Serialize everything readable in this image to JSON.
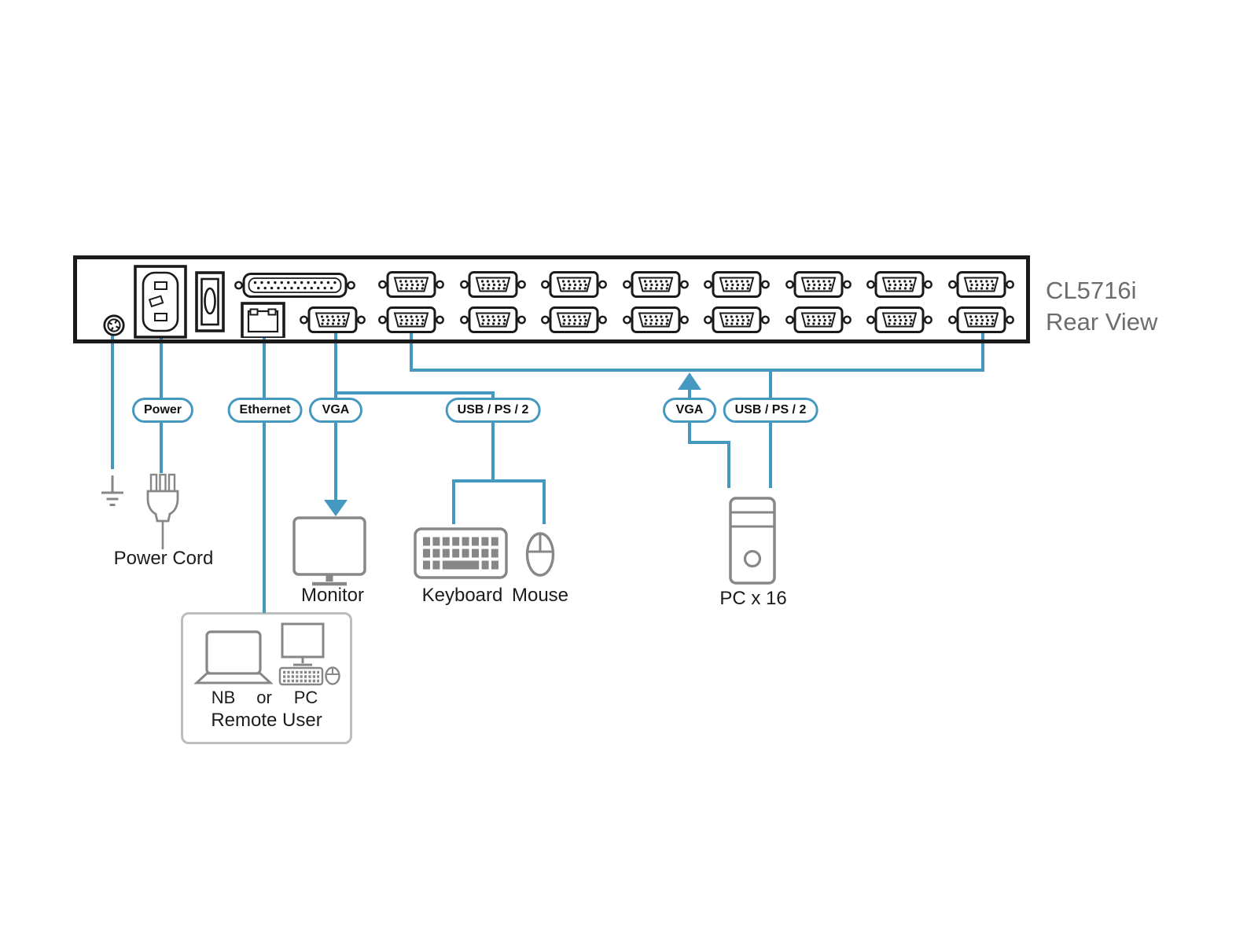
{
  "title": {
    "model": "CL5716i",
    "view": "Rear View"
  },
  "colors": {
    "accent": "#4599c1",
    "outline": "#1a1a1a",
    "icon_gray": "#878787",
    "title_gray": "#6d6d6d",
    "box_border": "#bdbdbd"
  },
  "device": {
    "name": "KVM switch rear panel",
    "kvm_port_rows": 2,
    "kvm_ports_per_row": 8,
    "icons": [
      "ground-screw-icon",
      "power-inlet-icon",
      "power-switch-icon",
      "db25-console-icon",
      "rj45-ethernet-icon",
      "console-vga-port-icon",
      "kvm-vga-port-icon"
    ]
  },
  "pills": {
    "power": "Power",
    "ethernet": "Ethernet",
    "vga_console": "VGA",
    "usb_console": "USB / PS / 2",
    "vga_pc": "VGA",
    "usb_pc": "USB / PS / 2"
  },
  "captions": {
    "power_cord": "Power Cord",
    "monitor": "Monitor",
    "keyboard": "Keyboard",
    "mouse": "Mouse",
    "pc_group": "PC x 16",
    "nb": "NB",
    "or": "or",
    "pc": "PC",
    "remote_user": "Remote User"
  }
}
